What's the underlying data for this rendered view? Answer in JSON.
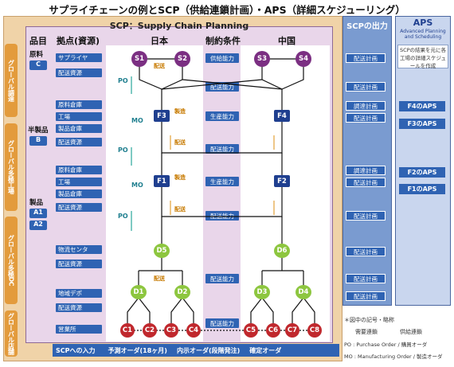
{
  "title": "サプライチェーンの例とSCP（供給連鎖計画）・APS（詳細スケジューリング）",
  "scp_header": "SCP：Supply Chain Planning",
  "cols": {
    "item": "品目",
    "base": "拠点(資源)",
    "japan": "日本",
    "constraint": "制約条件",
    "china": "中国"
  },
  "side_labels": [
    "グローバル調達",
    "グローバル多極工場",
    "グローバル多極DC",
    "グローバル店舗"
  ],
  "categories": {
    "raw": "原料",
    "raw_code": "C",
    "semi": "半製品",
    "semi_code": "B",
    "product": "製品",
    "product_a1": "A1",
    "product_a2": "A2"
  },
  "resources": [
    "サプライヤ",
    "配送資源",
    "原料倉庫",
    "工場",
    "製品倉庫",
    "配送資源",
    "原料倉庫",
    "工場",
    "製品倉庫",
    "配送資源",
    "物流センタ",
    "配送資源",
    "地域デポ",
    "配送資源",
    "営業所"
  ],
  "constraints": [
    "供給能力",
    "配送能力",
    "生産能力",
    "配送能力",
    "生産能力",
    "配送能力",
    "配送能力",
    "配送能力"
  ],
  "nodes": {
    "s": [
      "S1",
      "S2",
      "S3",
      "S4"
    ],
    "f": [
      "F3",
      "F4",
      "F1",
      "F2"
    ],
    "d": [
      "D5",
      "D6",
      "D1",
      "D2",
      "D3",
      "D4"
    ],
    "c": [
      "C1",
      "C2",
      "C3",
      "C4",
      "C5",
      "C6",
      "C7",
      "C8"
    ]
  },
  "flow_labels": {
    "po": "PO",
    "mo": "MO",
    "haisou": "配送",
    "seizou": "製造"
  },
  "scp_output": {
    "header": "SCPの出力",
    "items": [
      "配送計画",
      "配送計画",
      "調達計画",
      "配送計画",
      "調達計画",
      "配送計画",
      "配送計画",
      "配送計画",
      "配送計画",
      "配送計画"
    ]
  },
  "aps": {
    "header": "APS",
    "subtitle": "Advanced Planning and Scheduling",
    "note": "SCPの結果を元に各工場の詳細スケジュールを作成",
    "items": [
      "F4のAPS",
      "F3のAPS",
      "F2のAPS",
      "F1のAPS"
    ]
  },
  "input_bar": {
    "label": "SCPへの入力",
    "forecast": "予測オーダ(18ヶ月)",
    "internal": "内示オーダ(段階発注)",
    "fixed": "確定オーダ"
  },
  "legend": {
    "title": "＊図中の記号・略称",
    "demand": "需要連鎖",
    "supply": "供給連鎖",
    "po": "PO : Purchase Order / 購買オーダ",
    "mo": "MO : Manufacturing Order / 製造オーダ"
  },
  "colors": {
    "scp_bg": "#e9d6ea",
    "band": "#f0d3a8",
    "blue": "#2f63b3",
    "s_node": "#7b2f82",
    "d_node": "#8dc63f",
    "c_node": "#c0282d"
  }
}
